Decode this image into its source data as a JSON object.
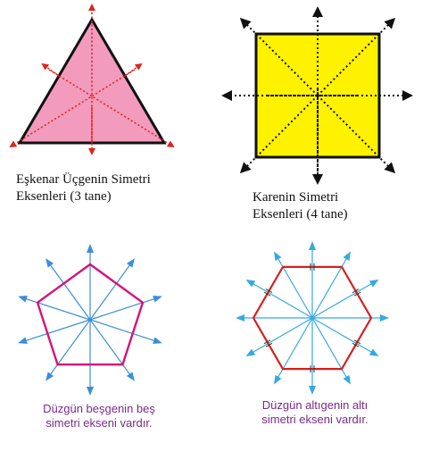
{
  "panels": {
    "triangle": {
      "caption_line1": "Eşkenar Üçgenin Simetri",
      "caption_line2": "Eksenleri (3 tane)",
      "fill_color": "#f29bbd",
      "axis_color": "#d9261c",
      "outline_color": "#111111",
      "axis_count": 3
    },
    "square": {
      "caption_line1": "Karenin Simetri",
      "caption_line2": "Eksenleri (4 tane)",
      "fill_color": "#fff200",
      "axis_color": "#111111",
      "outline_color": "#111111",
      "axis_count": 4
    },
    "pentagon": {
      "caption_line1": "Düzgün beşgenin beş",
      "caption_line2": "simetri ekseni vardır.",
      "caption_color": "#7b2a8c",
      "outline_color": "#d6127a",
      "axis_color": "#3b8fd6",
      "axis_count": 5
    },
    "hexagon": {
      "caption_line1": "Düzgün altıgenin altı",
      "caption_line2": "simetri ekseni vardır.",
      "caption_color": "#7b2a8c",
      "outline_color": "#d42020",
      "axis_color": "#35a9e0",
      "axis_count": 6
    }
  }
}
